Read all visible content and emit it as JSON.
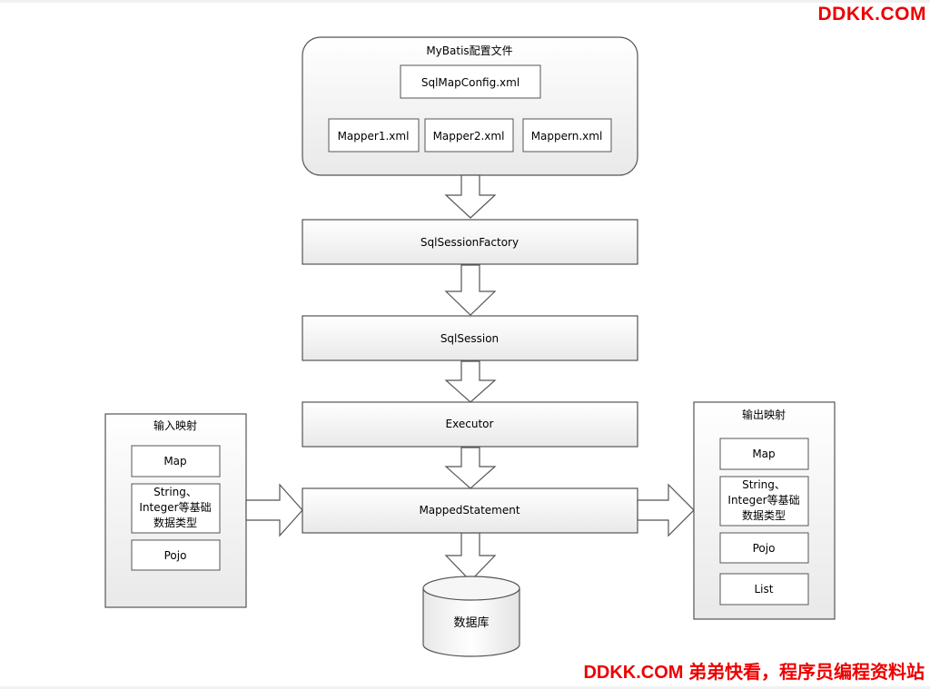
{
  "watermark": {
    "top": "DDKK.COM",
    "bottom": "DDKK.COM 弟弟快看，程序员编程资料站"
  },
  "diagram": {
    "config_group": {
      "title": "MyBatis配置文件",
      "main_file": "SqlMapConfig.xml",
      "mapper_files": [
        "Mapper1.xml",
        "Mapper2.xml",
        "Mappern.xml"
      ]
    },
    "flow_steps": [
      "SqlSessionFactory",
      "SqlSession",
      "Executor",
      "MappedStatement"
    ],
    "database": "数据库",
    "input_group": {
      "title": "输入映射",
      "items": [
        {
          "lines": [
            "Map"
          ]
        },
        {
          "lines": [
            "String、",
            "Integer等基础",
            "数据类型"
          ]
        },
        {
          "lines": [
            "Pojo"
          ]
        }
      ]
    },
    "output_group": {
      "title": "输出映射",
      "items": [
        {
          "lines": [
            "Map"
          ]
        },
        {
          "lines": [
            "String、",
            "Integer等基础",
            "数据类型"
          ]
        },
        {
          "lines": [
            "Pojo"
          ]
        },
        {
          "lines": [
            "List"
          ]
        }
      ]
    }
  }
}
